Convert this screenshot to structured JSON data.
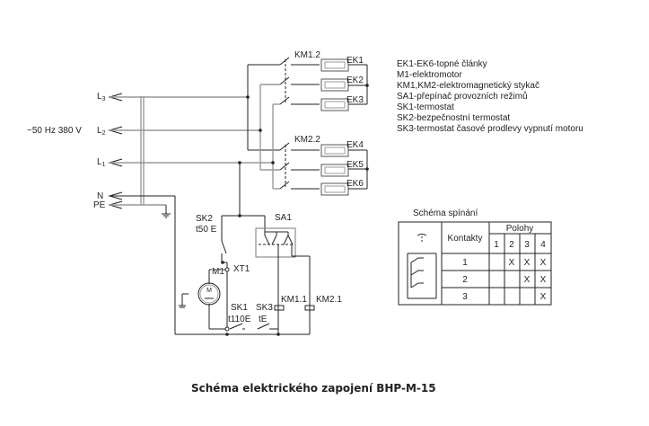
{
  "supply": {
    "label": "~50 Hz 380 V",
    "lines": [
      {
        "name": "L",
        "sub": "3"
      },
      {
        "name": "L",
        "sub": "2"
      },
      {
        "name": "L",
        "sub": "1"
      }
    ],
    "neutral": "N",
    "protective_earth": "PE"
  },
  "contactors": {
    "km1_2": "KM1.2",
    "km2_2": "KM2.2",
    "km1_1": "KM1.1",
    "km2_1": "KM2.1"
  },
  "heaters": [
    "EK1",
    "EK2",
    "EK3",
    "EK4",
    "EK5",
    "EK6"
  ],
  "control": {
    "sk2": "SK2",
    "sk2_temp": "t50 E",
    "sa1": "SA1",
    "xt1": "XT1",
    "m1": "M1",
    "motor_symbol": "M",
    "sk1": "SK1",
    "sk1_temp": "t110E",
    "sk3": "SK3",
    "sk3_temp": "tE"
  },
  "legend": [
    "EK1-EK6-topné články",
    "M1-elektromotor",
    "KM1,KM2-elektromagnetický stykač",
    "SA1-přepínač provozních režimů",
    "SK1-termostat",
    "SK2-bezpečnostní termostat",
    "SK3-termostat časové prodlevy vypnutí motoru"
  ],
  "switching_table": {
    "title": "Schéma spínání",
    "col_contacts": "Kontakty",
    "col_positions": "Polohy",
    "positions": [
      "1",
      "2",
      "3",
      "4"
    ],
    "rows": [
      {
        "contact": "1",
        "marks": [
          "",
          "X",
          "X",
          "X"
        ]
      },
      {
        "contact": "2",
        "marks": [
          "",
          "",
          "X",
          "X"
        ]
      },
      {
        "contact": "3",
        "marks": [
          "",
          "",
          "",
          "X"
        ]
      }
    ]
  },
  "caption": "Schéma elektrického zapojení BHP-M-15"
}
